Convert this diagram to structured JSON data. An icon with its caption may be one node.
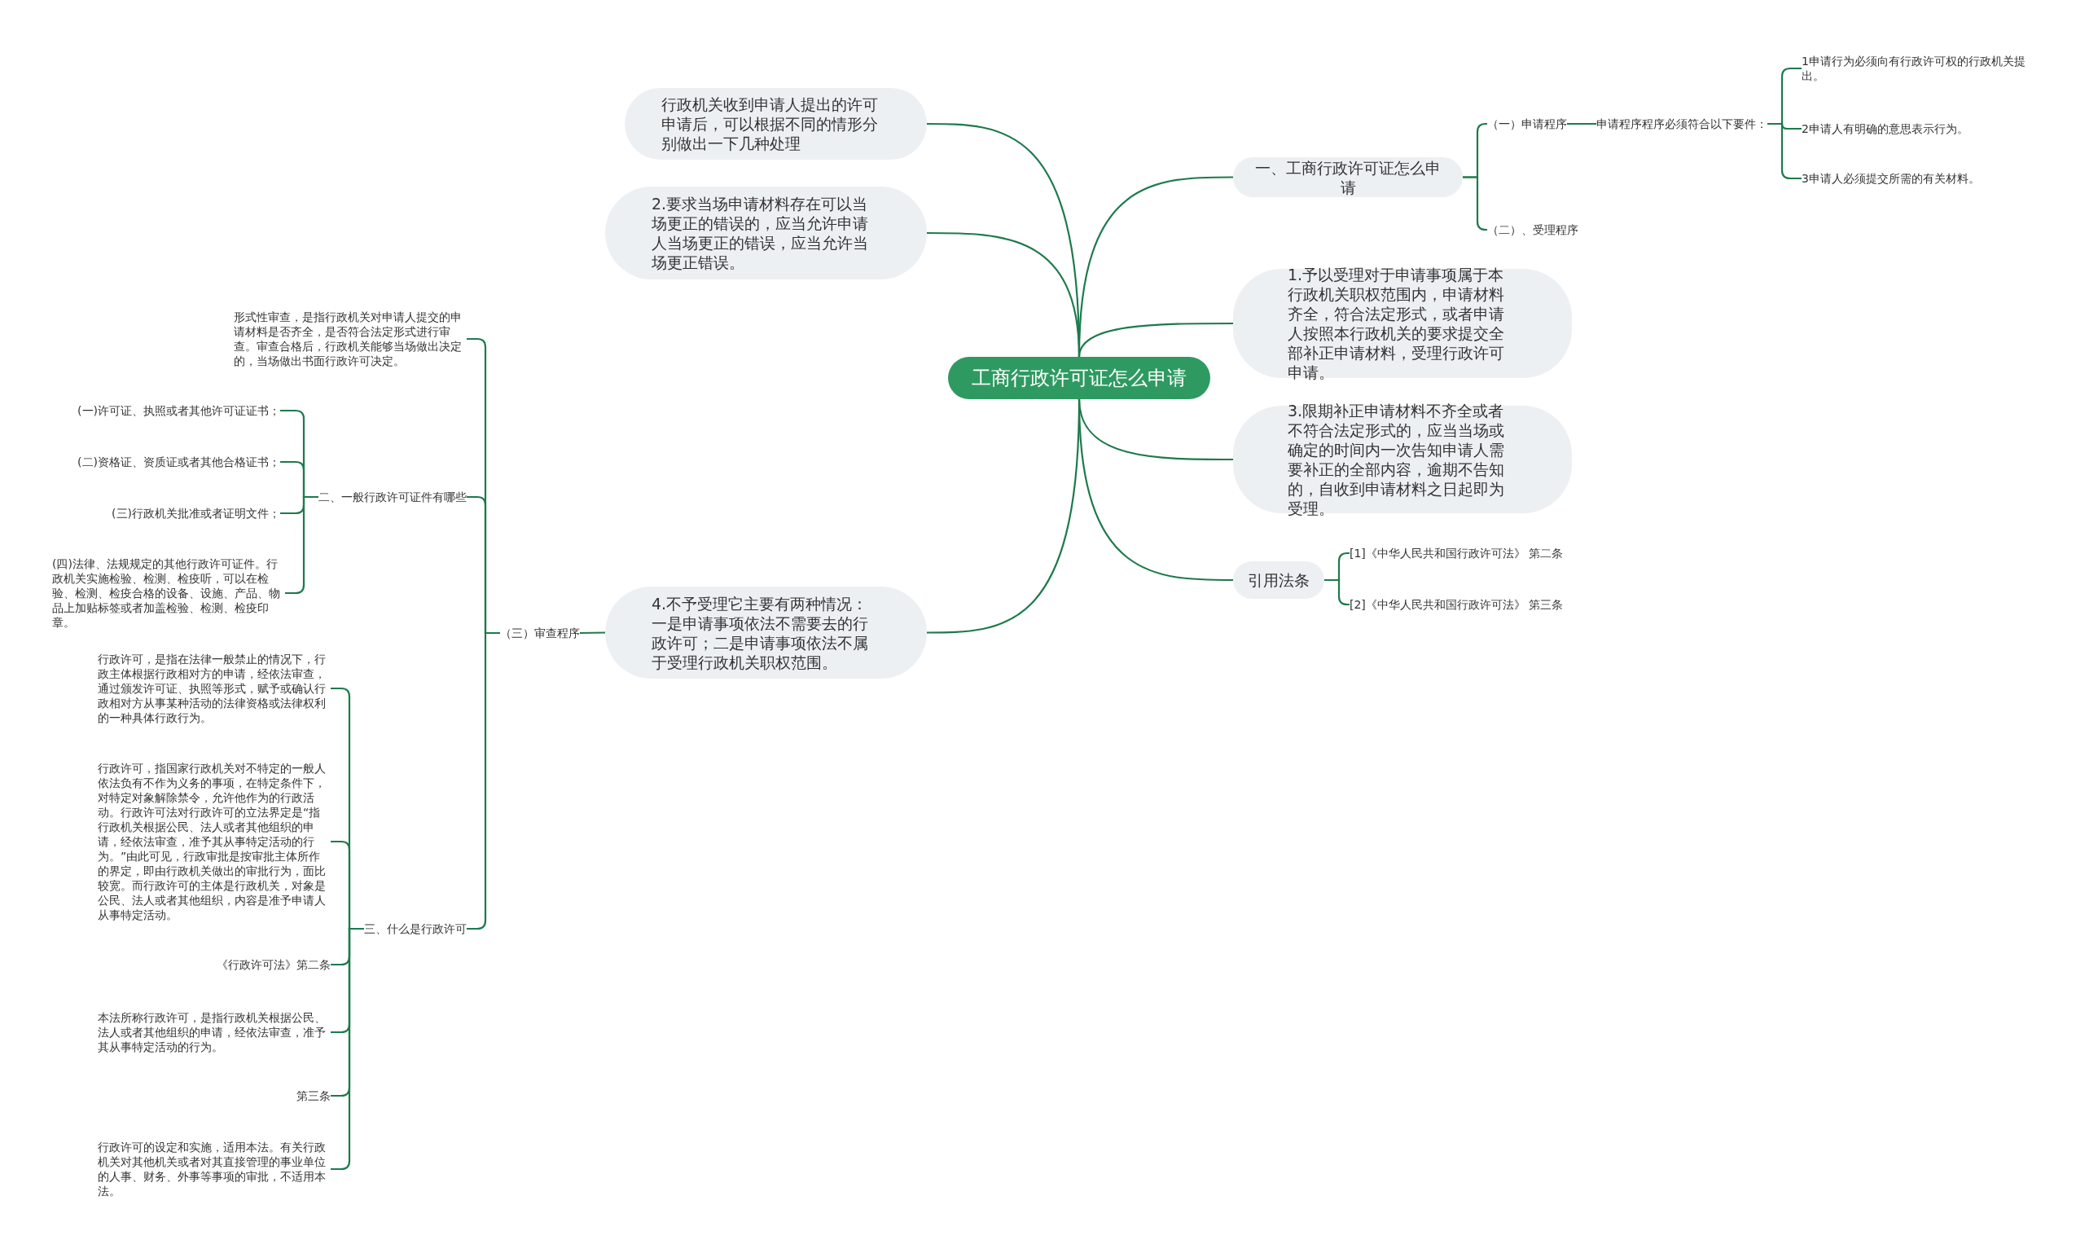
{
  "diagram": {
    "nodes": [
      {
        "text": [
          "工商行政许可证怎么申请"
        ]
      },
      {
        "text": [
          "一、工商行政许可证怎么申请"
        ]
      },
      {
        "text": [
          "（一）申请程序"
        ]
      },
      {
        "text": [
          "申请程序程序必须符合以下要件："
        ]
      },
      {
        "text": [
          "1申请行为必须向有行政许可权的行政机关提出。"
        ]
      },
      {
        "text": [
          "2申请人有明确的意思表示行为。"
        ]
      },
      {
        "text": [
          "3申请人必须提交所需的有关材料。"
        ]
      },
      {
        "text": [
          "（二）、受理程序"
        ]
      },
      {
        "text": [
          "1.予以受理对于申请事项属于本行政机关职权范围内，申请材料齐全，符合法定形式，或者申请人按照本行政机关的要求提交全部补正申请材料，受理行政许可申请。"
        ]
      },
      {
        "text": [
          "3.限期补正申请材料不齐全或者不符合法定形式的，应当当场或确定的时间内一次告知申请人需要补正的全部内容，逾期不告知的，自收到申请材料之日起即为受理。"
        ]
      },
      {
        "text": [
          "引用法条"
        ]
      },
      {
        "text": [
          "[1]《中华人民共和国行政许可法》 第二条"
        ]
      },
      {
        "text": [
          "[2]《中华人民共和国行政许可法》 第三条"
        ]
      },
      {
        "text": [
          "行政机关收到申请人提出的许可申请后，可以根据不同的情形分别做出一下几种处理"
        ]
      },
      {
        "text": [
          "2.要求当场申请材料存在可以当场更正的错误的，应当允许申请人当场更正的错误，应当允许当场更正错误。"
        ]
      },
      {
        "text": [
          "4.不予受理它主要有两种情况：一是申请事项依法不需要去的行政许可；二是申请事项依法不属于受理行政机关职权范围。"
        ]
      },
      {
        "text": [
          "（三）审查程序"
        ]
      },
      {
        "text": [
          "形式性审查，是指行政机关对申请人提交的申请材料是否齐全，是否符合法定形式进行审查。审查合格后，行政机关能够当场做出决定的，当场做出书面行政许可决定。"
        ]
      },
      {
        "text": [
          "二、一般行政许可证件有哪些"
        ]
      },
      {
        "text": [
          "(一)许可证、执照或者其他许可证证书；"
        ]
      },
      {
        "text": [
          "(二)资格证、资质证或者其他合格证书；"
        ]
      },
      {
        "text": [
          "(三)行政机关批准或者证明文件；"
        ]
      },
      {
        "text": [
          "(四)法律、法规规定的其他行政许可证件。行政机关实施检验、检测、检疫听，可以在检验、检测、检疫合格的设备、设施、产品、物品上加贴标签或者加盖检验、检测、检疫印章。"
        ]
      },
      {
        "text": [
          "三、什么是行政许可"
        ]
      },
      {
        "text": [
          "行政许可，是指在法律一般禁止的情况下，行政主体根据行政相对方的申请，经依法审查，通过颁发许可证、执照等形式，赋予或确认行政相对方从事某种活动的法律资格或法律权利的一种具体行政行为。"
        ]
      },
      {
        "text": [
          "行政许可，指国家行政机关对不特定的一般人依法负有不作为义务的事项，在特定条件下，对特定对象解除禁令，允许他作为的行政活动。行政许可法对行政许可的立法界定是“指行政机关根据公民、法人或者其他组织的申请，经依法审查，准予其从事特定活动的行为。”由此可见，行政审批是按审批主体所作的界定，即由行政机关做出的审批行为，面比较宽。而行政许可的主体是行政机关，对象是公民、法人或者其他组织，内容是准予申请人从事特定活动。"
        ]
      },
      {
        "text": [
          "《行政许可法》第二条"
        ]
      },
      {
        "text": [
          "本法所称行政许可，是指行政机关根据公民、法人或者其他组织的申请，经依法审查，准予其从事特定活动的行为。"
        ]
      },
      {
        "text": [
          "第三条"
        ]
      },
      {
        "text": [
          "行政许可的设定和实施，适用本法。有关行政机关对其他机关或者对其直接管理的事业单位的人事、财务、外事等事项的审批，不适用本法。"
        ]
      }
    ],
    "edges": [
      {
        "from": 0,
        "to": 1,
        "arrow": "none"
      },
      {
        "from": 1,
        "to": 2,
        "arrow": "none"
      },
      {
        "from": 2,
        "to": 3,
        "arrow": "none"
      },
      {
        "from": 3,
        "to": 4,
        "arrow": "none"
      },
      {
        "from": 3,
        "to": 5,
        "arrow": "none"
      },
      {
        "from": 3,
        "to": 6,
        "arrow": "none"
      },
      {
        "from": 1,
        "to": 7,
        "arrow": "none"
      },
      {
        "from": 0,
        "to": 8,
        "arrow": "none"
      },
      {
        "from": 0,
        "to": 9,
        "arrow": "none"
      },
      {
        "from": 0,
        "to": 10,
        "arrow": "none"
      },
      {
        "from": 10,
        "to": 11,
        "arrow": "none"
      },
      {
        "from": 10,
        "to": 12,
        "arrow": "none"
      },
      {
        "from": 0,
        "to": 13,
        "arrow": "none"
      },
      {
        "from": 0,
        "to": 14,
        "arrow": "none"
      },
      {
        "from": 0,
        "to": 15,
        "arrow": "none"
      },
      {
        "from": 15,
        "to": 16,
        "arrow": "none"
      },
      {
        "from": 16,
        "to": 17,
        "arrow": "none"
      },
      {
        "from": 16,
        "to": 18,
        "arrow": "none"
      },
      {
        "from": 18,
        "to": 19,
        "arrow": "none"
      },
      {
        "from": 18,
        "to": 20,
        "arrow": "none"
      },
      {
        "from": 18,
        "to": 21,
        "arrow": "none"
      },
      {
        "from": 18,
        "to": 22,
        "arrow": "none"
      },
      {
        "from": 16,
        "to": 23,
        "arrow": "none"
      },
      {
        "from": 23,
        "to": 24,
        "arrow": "none"
      },
      {
        "from": 23,
        "to": 25,
        "arrow": "none"
      },
      {
        "from": 23,
        "to": 26,
        "arrow": "none"
      },
      {
        "from": 23,
        "to": 27,
        "arrow": "none"
      },
      {
        "from": 23,
        "to": 28,
        "arrow": "none"
      },
      {
        "from": 23,
        "to": 29,
        "arrow": "none"
      }
    ]
  }
}
